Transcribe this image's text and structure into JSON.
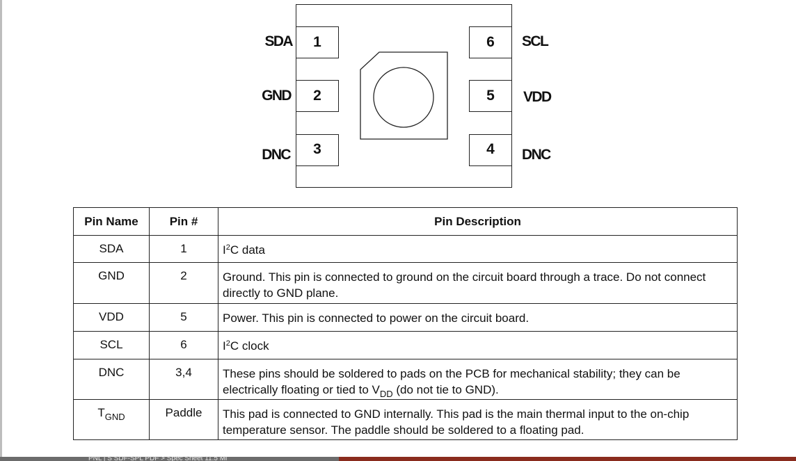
{
  "diagram": {
    "left_pins": [
      {
        "name": "SDA",
        "num": "1"
      },
      {
        "name": "GND",
        "num": "2"
      },
      {
        "name": "DNC",
        "num": "3"
      }
    ],
    "right_pins": [
      {
        "name": "SCL",
        "num": "6"
      },
      {
        "name": "VDD",
        "num": "5"
      },
      {
        "name": "DNC",
        "num": "4"
      }
    ]
  },
  "table": {
    "headers": [
      "Pin Name",
      "Pin #",
      "Pin Description"
    ],
    "rows": [
      {
        "name": "SDA",
        "pin": "1",
        "desc_pre": "I",
        "desc_sup": "2",
        "desc_post": "C data"
      },
      {
        "name": "GND",
        "pin": "2",
        "desc": "Ground. This pin is connected to ground on the circuit board through a trace. Do not connect directly to GND plane."
      },
      {
        "name": "VDD",
        "pin": "5",
        "desc": "Power. This pin is connected to power on the circuit board."
      },
      {
        "name": "SCL",
        "pin": "6",
        "desc_pre": "I",
        "desc_sup": "2",
        "desc_post": "C clock"
      },
      {
        "name": "DNC",
        "pin": "3,4",
        "desc_pre": "These pins should be soldered to pads on the PCB for mechanical stability; they can be electrically floating or tied to V",
        "desc_sub": "DD",
        "desc_post": " (do not tie to GND)."
      },
      {
        "name_main": "T",
        "name_sub": "GND",
        "pin": "Paddle",
        "desc": "This pad is connected to GND internally. This pad is the main thermal input to the on-chip temperature sensor. The paddle should be soldered to a floating pad."
      }
    ]
  },
  "footer_fragment": "PNL    | S SDF-SPL PDF > Spec Sheet 11.5 Mi"
}
